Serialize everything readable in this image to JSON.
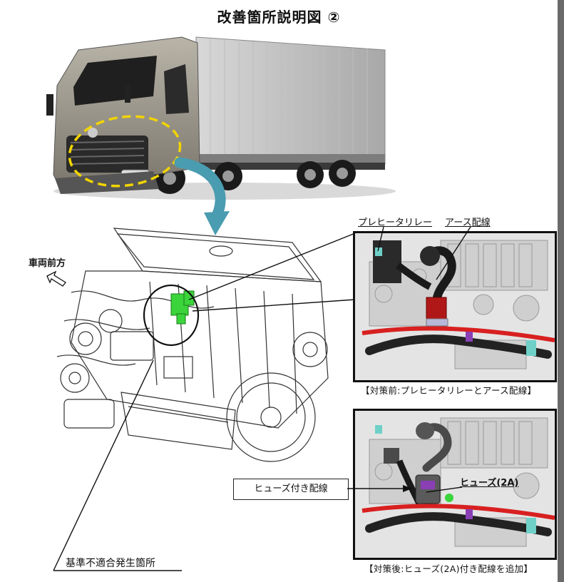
{
  "page": {
    "title": "改善箇所説明図 ②"
  },
  "labels": {
    "vehicle_front": "車両前方",
    "preheater_relay": "プレヒータリレー",
    "ground_wire": "アース配線",
    "fuse_wire": "ヒューズ付き配線",
    "fuse_2a": "ヒューズ(2A)",
    "defect_location": "基準不適合発生箇所"
  },
  "captions": {
    "before": "【対策前:プレヒータリレーとアース配線】",
    "after": "【対策後:ヒューズ(2A)付き配線を追加】"
  },
  "colors": {
    "highlight_circle": "#f2d400",
    "arrow": "#4a9cb0",
    "relay_green": "#3bd43b",
    "ground_red": "#b01818",
    "cable_red": "#d82020"
  }
}
